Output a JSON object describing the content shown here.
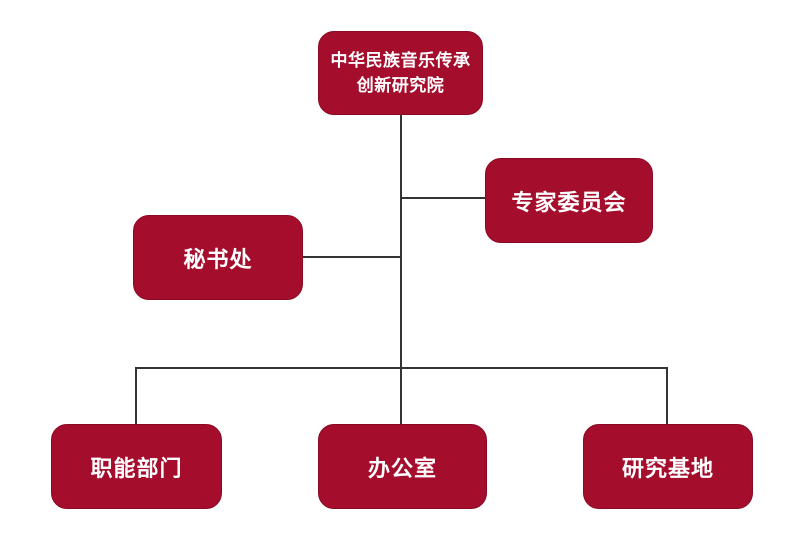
{
  "org": {
    "root": {
      "label": "中华民族音乐传承创新研究院",
      "lines": [
        "中华民族音乐传承",
        "创新研究院"
      ]
    },
    "branch_nodes": [
      {
        "label": "专家委员会"
      },
      {
        "label": "秘书处"
      }
    ],
    "department_nodes": [
      {
        "label": "职能部门"
      },
      {
        "label": "办公室"
      },
      {
        "label": "研究基地"
      }
    ]
  },
  "colors": {
    "node_fill": "#A50D2D",
    "node_border": "#8A0A23",
    "connector": "#333333",
    "node_text": "#FFFFFF",
    "background": "#FFFFFF"
  }
}
